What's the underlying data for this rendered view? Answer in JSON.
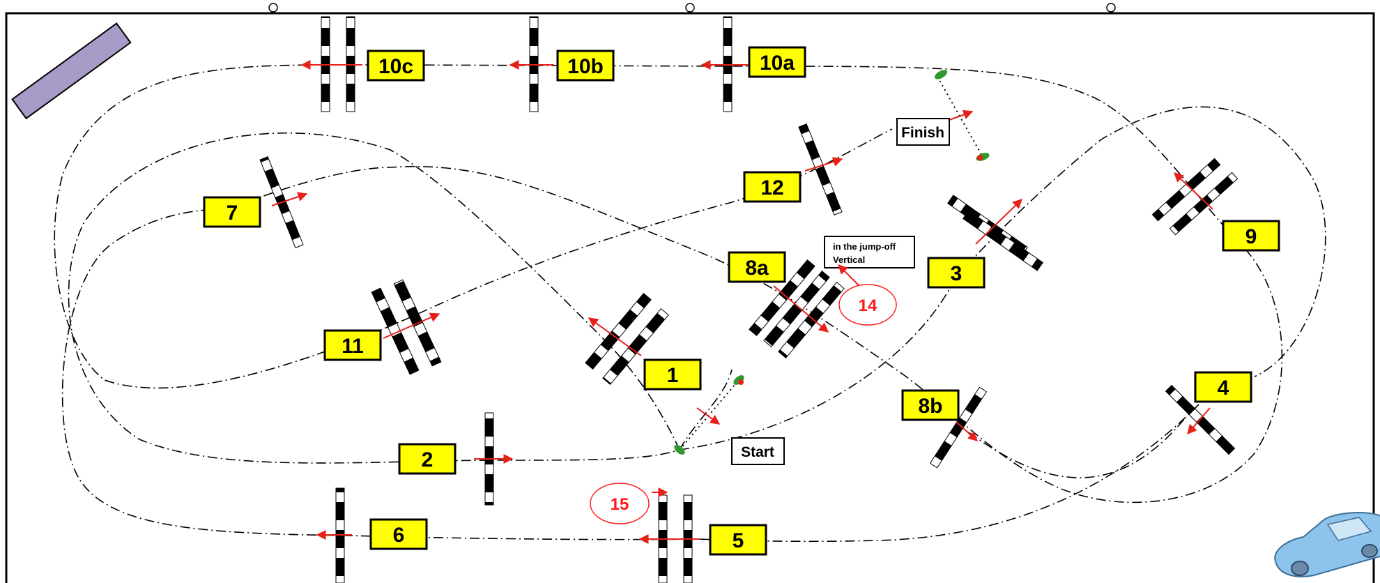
{
  "course": {
    "obstacles": [
      {
        "id": "1",
        "label": "1"
      },
      {
        "id": "2",
        "label": "2"
      },
      {
        "id": "3",
        "label": "3"
      },
      {
        "id": "4",
        "label": "4"
      },
      {
        "id": "5",
        "label": "5"
      },
      {
        "id": "6",
        "label": "6"
      },
      {
        "id": "7",
        "label": "7"
      },
      {
        "id": "8a",
        "label": "8a"
      },
      {
        "id": "8b",
        "label": "8b"
      },
      {
        "id": "9",
        "label": "9"
      },
      {
        "id": "10a",
        "label": "10a"
      },
      {
        "id": "10b",
        "label": "10b"
      },
      {
        "id": "10c",
        "label": "10c"
      },
      {
        "id": "11",
        "label": "11"
      },
      {
        "id": "12",
        "label": "12"
      }
    ],
    "jump_off": [
      {
        "id": "14",
        "label": "14"
      },
      {
        "id": "15",
        "label": "15"
      }
    ],
    "start_label": "Start",
    "finish_label": "Finish",
    "jumpoff_note_line1": "in the jump-off",
    "jumpoff_note_line2": "Vertical"
  },
  "colors": {
    "label_fill": "#ffff00",
    "arrow": "#e8201a",
    "flag_green": "#2e9a2e",
    "judge_box": "#a99bc8",
    "car": "#8ec3ec"
  }
}
